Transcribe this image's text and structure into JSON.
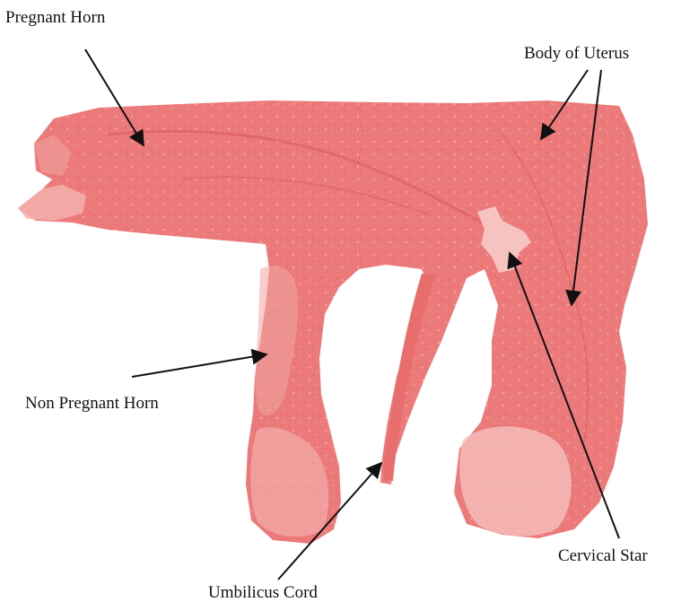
{
  "diagram": {
    "labels": {
      "pregnant_horn": "Pregnant Horn",
      "body_of_uterus": "Body of Uterus",
      "non_pregnant_horn": "Non Pregnant Horn",
      "cervical_star": "Cervical Star",
      "umbilical_cord": "Umbilicus Cord"
    },
    "colors": {
      "tissue": "#ec7a7a",
      "tissue_dark": "#dd5a5a",
      "tissue_pale": "#f3b0ad",
      "background": "#ffffff",
      "ink": "#111111"
    }
  }
}
